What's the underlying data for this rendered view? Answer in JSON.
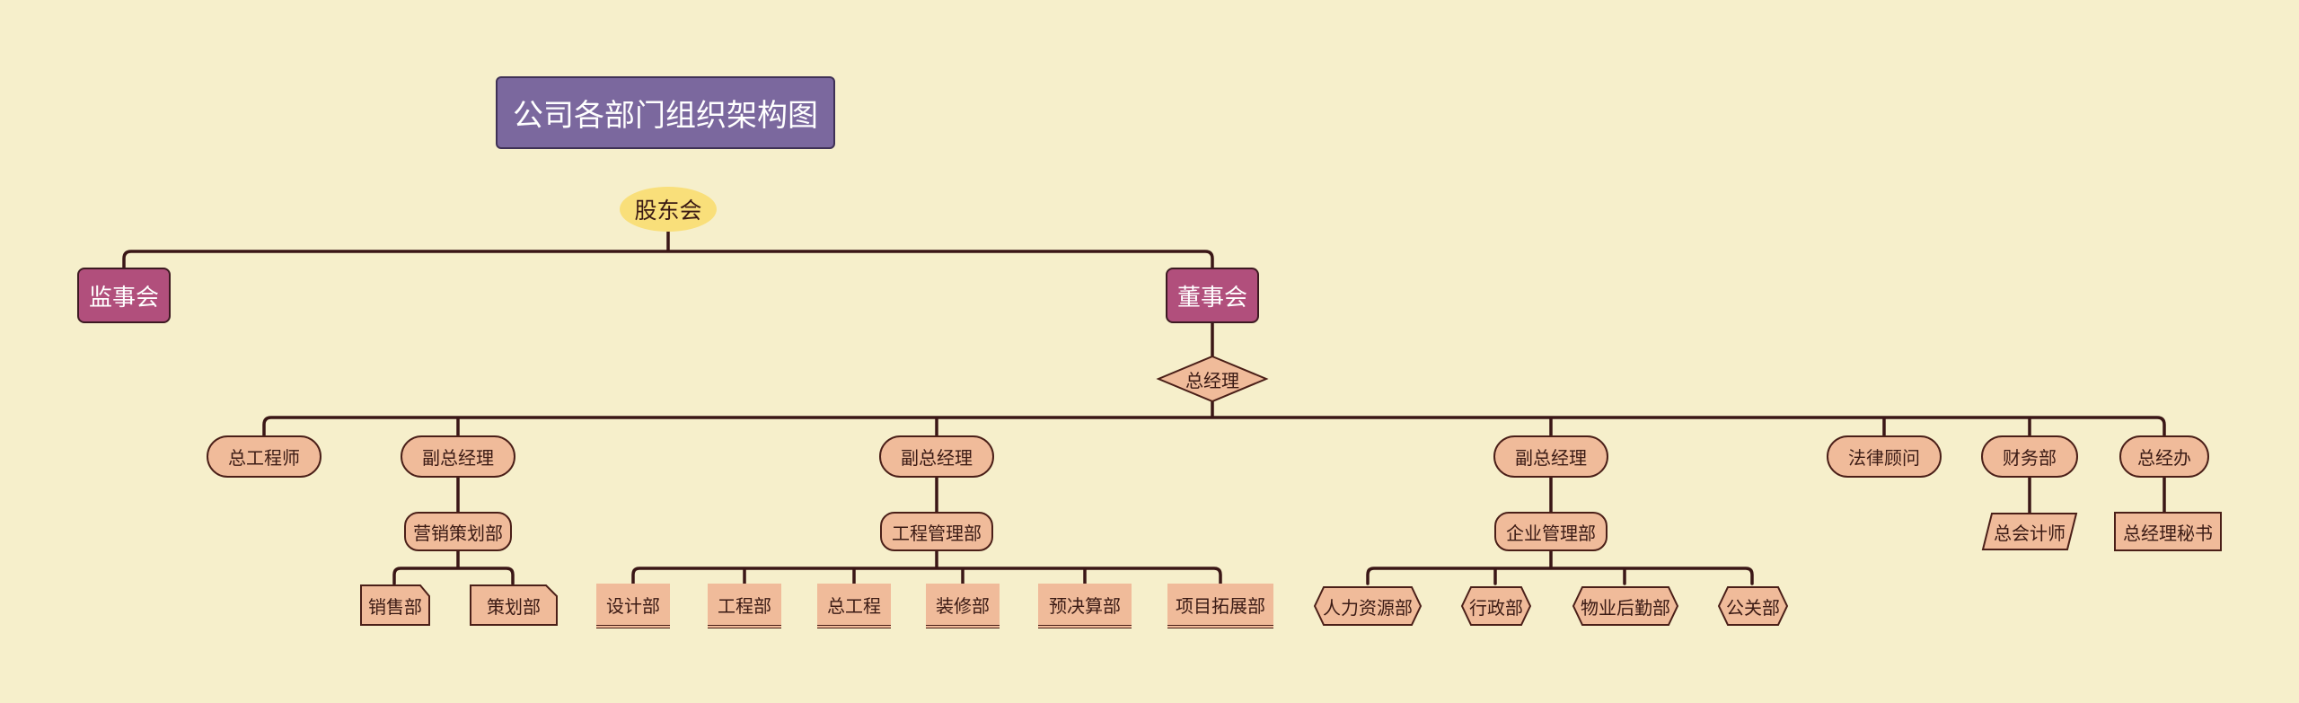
{
  "title": "公司各部门组织架构图",
  "colors": {
    "background": "#f6efcb",
    "title_fill": "#7b689e",
    "board_fill": "#b14f7c",
    "node_fill": "#f0bb9a",
    "oval_fill": "#f9df7a",
    "line": "#3a1616"
  },
  "root": "股东会",
  "level1": {
    "left": "监事会",
    "right": "董事会"
  },
  "gm": "总经理",
  "level3": [
    "总工程师",
    "副总经理",
    "副总经理",
    "副总经理",
    "法律顾问",
    "财务部",
    "总经办"
  ],
  "level4": {
    "marketing": "营销策划部",
    "engineering": "工程管理部",
    "enterprise": "企业管理部",
    "accountant": "总会计师",
    "secretary": "总经理秘书"
  },
  "marketing_children": [
    "销售部",
    "策划部"
  ],
  "engineering_children": [
    "设计部",
    "工程部",
    "总工程",
    "装修部",
    "预决算部",
    "项目拓展部"
  ],
  "enterprise_children": [
    "人力资源部",
    "行政部",
    "物业后勤部",
    "公关部"
  ]
}
